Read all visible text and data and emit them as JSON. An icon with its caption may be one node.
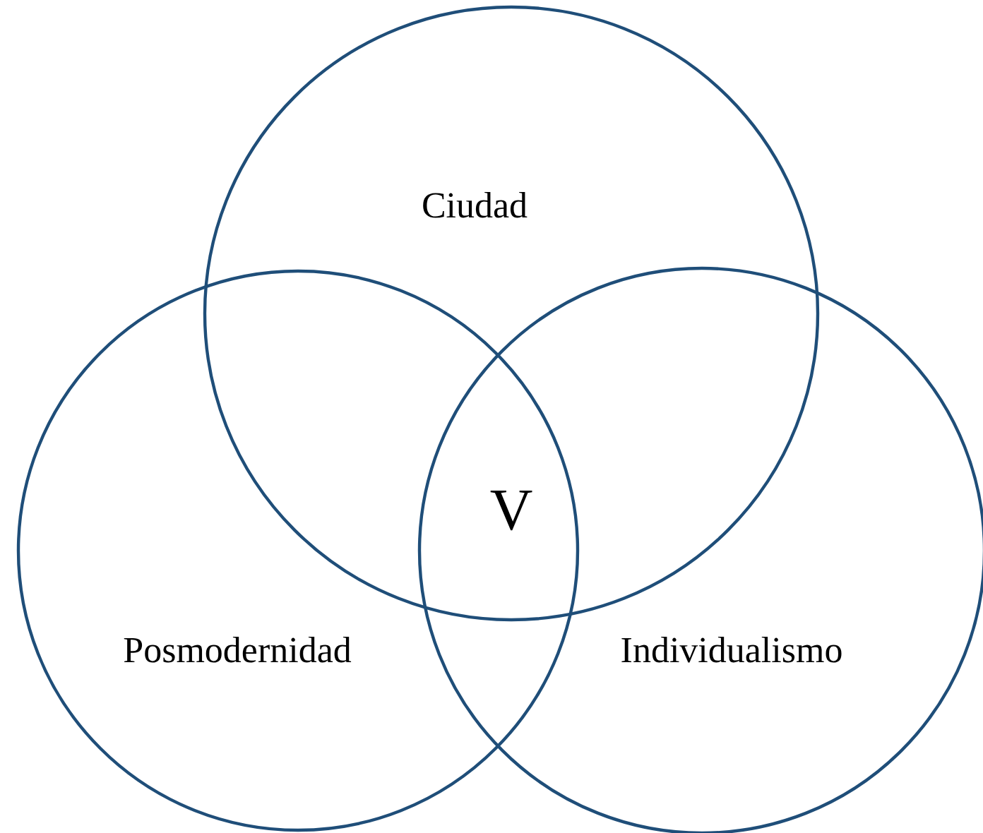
{
  "diagram": {
    "nodes": [
      {
        "text": [
          "Ciudad"
        ]
      },
      {
        "text": [
          "Posmodernidad"
        ]
      },
      {
        "text": [
          "Individualismo"
        ]
      }
    ],
    "labels": [
      "V"
    ]
  }
}
